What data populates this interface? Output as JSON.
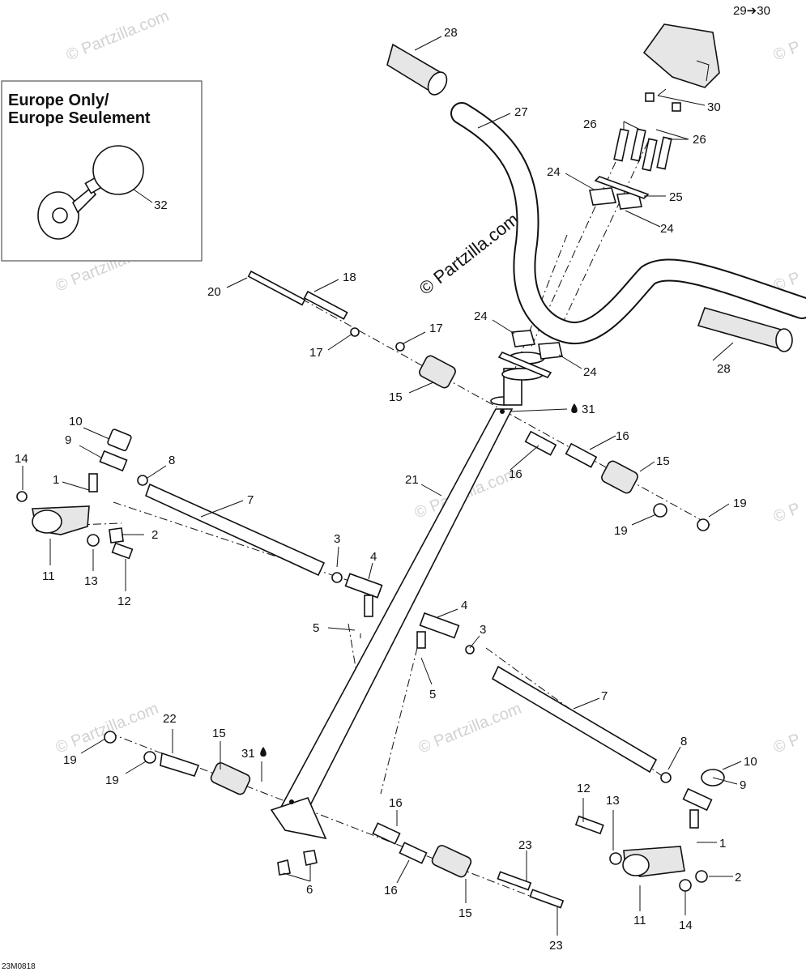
{
  "inset": {
    "title_line1": "Europe Only/",
    "title_line2": "Europe Seulement",
    "part_label": "32"
  },
  "watermark": {
    "brand": "© Partzilla.com",
    "corner": "© P"
  },
  "drawing_code": "23M0818",
  "callouts": [
    {
      "id": "c28a",
      "text": "28"
    },
    {
      "id": "c2930",
      "text": "29➔30"
    },
    {
      "id": "c30",
      "text": "30"
    },
    {
      "id": "c27",
      "text": "27"
    },
    {
      "id": "c26a",
      "text": "26"
    },
    {
      "id": "c26b",
      "text": "26"
    },
    {
      "id": "c24a",
      "text": "24"
    },
    {
      "id": "c25",
      "text": "25"
    },
    {
      "id": "c24b",
      "text": "24"
    },
    {
      "id": "c18",
      "text": "18"
    },
    {
      "id": "c20",
      "text": "20"
    },
    {
      "id": "c17a",
      "text": "17"
    },
    {
      "id": "c17b",
      "text": "17"
    },
    {
      "id": "c24c",
      "text": "24"
    },
    {
      "id": "c24d",
      "text": "24"
    },
    {
      "id": "c28b",
      "text": "28"
    },
    {
      "id": "c15a",
      "text": "15"
    },
    {
      "id": "c31a",
      "text": "31"
    },
    {
      "id": "c10a",
      "text": "10"
    },
    {
      "id": "c9a",
      "text": "9"
    },
    {
      "id": "c8a",
      "text": "8"
    },
    {
      "id": "c14a",
      "text": "14"
    },
    {
      "id": "c1a",
      "text": "1"
    },
    {
      "id": "c7a",
      "text": "7"
    },
    {
      "id": "c21",
      "text": "21"
    },
    {
      "id": "c16a",
      "text": "16"
    },
    {
      "id": "c16b",
      "text": "16"
    },
    {
      "id": "c15b",
      "text": "15"
    },
    {
      "id": "c19a",
      "text": "19"
    },
    {
      "id": "c19b",
      "text": "19"
    },
    {
      "id": "c2a",
      "text": "2"
    },
    {
      "id": "c11a",
      "text": "11"
    },
    {
      "id": "c13a",
      "text": "13"
    },
    {
      "id": "c12a",
      "text": "12"
    },
    {
      "id": "c3a",
      "text": "3"
    },
    {
      "id": "c4a",
      "text": "4"
    },
    {
      "id": "c5a",
      "text": "5"
    },
    {
      "id": "c4b",
      "text": "4"
    },
    {
      "id": "c3b",
      "text": "3"
    },
    {
      "id": "c5b",
      "text": "5"
    },
    {
      "id": "c7b",
      "text": "7"
    },
    {
      "id": "c22",
      "text": "22"
    },
    {
      "id": "c15c",
      "text": "15"
    },
    {
      "id": "c31b",
      "text": "31"
    },
    {
      "id": "c19c",
      "text": "19"
    },
    {
      "id": "c19d",
      "text": "19"
    },
    {
      "id": "c8b",
      "text": "8"
    },
    {
      "id": "c10b",
      "text": "10"
    },
    {
      "id": "c12b",
      "text": "12"
    },
    {
      "id": "c13b",
      "text": "13"
    },
    {
      "id": "c9b",
      "text": "9"
    },
    {
      "id": "c1b",
      "text": "1"
    },
    {
      "id": "c16c",
      "text": "16"
    },
    {
      "id": "c23a",
      "text": "23"
    },
    {
      "id": "c2b",
      "text": "2"
    },
    {
      "id": "c6",
      "text": "6"
    },
    {
      "id": "c16d",
      "text": "16"
    },
    {
      "id": "c15d",
      "text": "15"
    },
    {
      "id": "c11b",
      "text": "11"
    },
    {
      "id": "c14b",
      "text": "14"
    },
    {
      "id": "c23b",
      "text": "23"
    }
  ]
}
